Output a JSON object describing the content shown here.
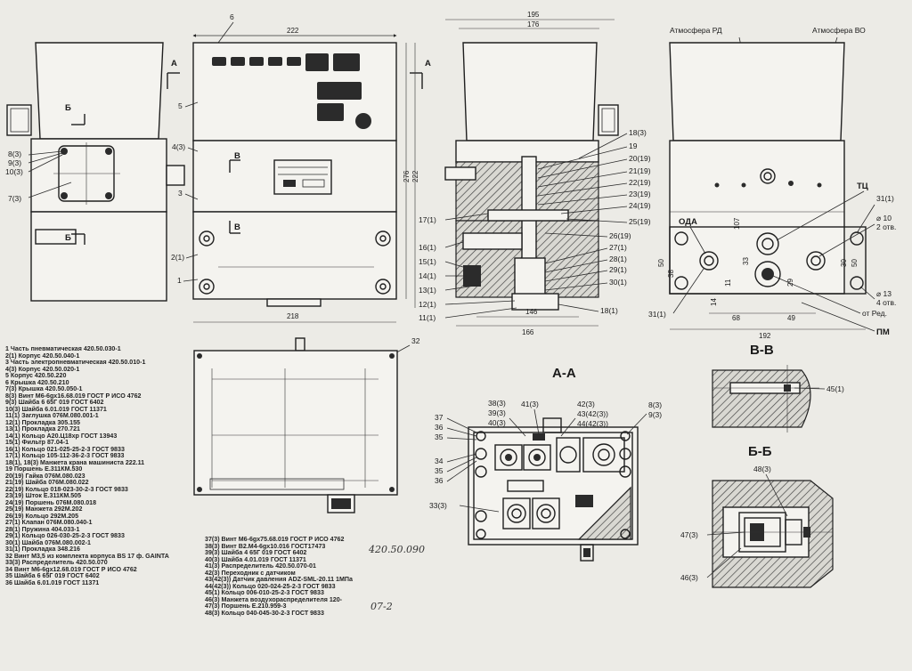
{
  "views": {
    "top_width": "222",
    "top_width_ref": "6",
    "bottom_width": "218",
    "height_total": "276",
    "height_inner": "222",
    "side_top_outer": "195",
    "side_top_inner": "176",
    "side_bottom_inner": "146",
    "side_bottom_outer": "166",
    "rear_bottom": "192",
    "rear_68": "68",
    "rear_49": "49",
    "rear_14": "14",
    "rear_11": "11",
    "rear_33": "33",
    "rear_107": "107",
    "rear_50a": "50",
    "rear_38": "38",
    "rear_50b": "50",
    "rear_29": "29",
    "rear_30": "30"
  },
  "section_labels": {
    "aa": "А-А",
    "vv": "В-В",
    "bb": "Б-Б",
    "a_left": "А",
    "a_right": "А",
    "b_top": "Б",
    "b_bottom": "Б",
    "v_top": "В",
    "v_bottom": "В"
  },
  "rear_labels": {
    "atm_rd": "Атмосфера РД",
    "atm_vo": "Атмосфера ВО",
    "tc": "ТЦ",
    "oda": "ОДА",
    "pm": "ПМ",
    "holes_10": "⌀ 10",
    "holes_10_count": "2 отв.",
    "holes_13": "⌀ 13",
    "holes_13_count": "4 отв.",
    "from_red": "от Ред.",
    "p31_top": "31(1)",
    "p31_bottom": "31(1)"
  },
  "callouts": {
    "front_left": [
      "8(3)",
      "9(3)",
      "10(3)",
      "7(3)"
    ],
    "front_mid": [
      "5",
      "4(3)",
      "3",
      "2(1)",
      "1"
    ],
    "side": [
      "18(3)",
      "19",
      "20(19)",
      "21(19)",
      "22(19)",
      "23(19)",
      "24(19)",
      "25(19)",
      "26(19)",
      "27(1)",
      "28(1)",
      "29(1)",
      "30(1)",
      "18(1)"
    ],
    "side_left": [
      "17(1)",
      "16(1)",
      "15(1)",
      "14(1)",
      "13(1)",
      "12(1)",
      "11(1)"
    ],
    "bottom_view": "32",
    "aa": [
      "38(3)",
      "39(3)",
      "40(3)",
      "41(3)",
      "42(3)",
      "43(42(3))",
      "44(42(3))",
      "8(3)",
      "9(3)",
      "37",
      "36",
      "35",
      "34",
      "35",
      "36",
      "33(3)"
    ],
    "vv": "45(1)",
    "bb": [
      "48(3)",
      "47(3)",
      "46(3)"
    ]
  },
  "plate_text": "420.50.090",
  "handwritten_fix": "07-2",
  "parts_list_left": [
    "1 Часть пневматическая 420.50.030-1",
    "2(1) Корпус 420.50.040-1",
    "3 Часть электропневматическая 420.50.010-1",
    "4(3) Корпус 420.50.020-1",
    "5 Корпус 420.50.220",
    "6 Крышка 420.50.210",
    "7(3) Крышка 420.50.050-1",
    "8(3) Винт М6-6gх16.68.019 ГОСТ Р ИСО 4762",
    "9(3) Шайба 6 65Г 019 ГОСТ 6402",
    "10(3) Шайба 6.01.019 ГОСТ 11371",
    "11(1) Заглушка 076М.080.001-1",
    "12(1) Прокладка 305.155",
    "13(1) Прокладка 270.721",
    "14(1) Кольцо А20.Ц18хр ГОСТ 13943",
    "15(1) Фильтр 87.04-1",
    "16(1) Кольцо 021-025-25-2-3 ГОСТ 9833",
    "17(1) Кольцо 105-112-36-2-3 ГОСТ 9833",
    "18(1), 18(3) Манжета крана машиниста 222.11",
    "19 Поршень Е.311КМ.530",
    "20(19) Гайка 076М.080.023",
    "21(19) Шайба 076М.080.022",
    "22(19) Кольцо 018-023-30-2-3 ГОСТ 9833",
    "23(19) Шток Е.311КМ.505",
    "24(19) Поршень 076М.080.018",
    "25(19) Манжета 292М.202",
    "26(19) Кольцо 292М.205",
    "27(1) Клапан 076М.080.040-1",
    "28(1) Пружина 404.033-1",
    "29(1) Кольцо 026-030-25-2-3 ГОСТ 9833",
    "30(1) Шайба 076М.080.002-1",
    "31(1) Прокладка 348.216",
    "32 Винт М3,5 из комплекта корпуса BS 17 ф. GAINTA",
    "33(3) Распределитель 420.50.070",
    "34 Винт М6-6gх12.68.019 ГОСТ Р ИСО 4762",
    "35 Шайба 6 65Г 019 ГОСТ 6402",
    "36 Шайба 6.01.019 ГОСТ 11371"
  ],
  "parts_list_mid": [
    "37(3) Винт М6-6gх75.68.019 ГОСТ Р ИСО 4762",
    "38(3) Винт В2.М4-6gх10.016 ГОСТ17473",
    "39(3) Шайба 4 65Г 019 ГОСТ 6402",
    "40(3) Шайба 4.01.019 ГОСТ 11371",
    "41(3) Распределитель 420.50.070-01",
    "42(3) Переходник с датчиком",
    "43(42(3)) Датчик давления ADZ-SML-20.11 1МПа",
    "44(42(3)) Кольцо 020-024-25-2-3 ГОСТ 9833",
    "45(1) Кольцо 006-010-25-2-3 ГОСТ 9833",
    "46(3) Манжета воздухораспределителя 120-",
    "47(3) Поршень Е.210.959-3",
    "48(3) Кольцо 040-045-30-2-3 ГОСТ 9833"
  ]
}
